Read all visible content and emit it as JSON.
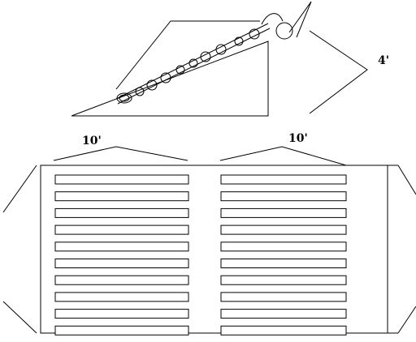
{
  "labels": {
    "height_dim": "4'",
    "left_width_dim": "10'",
    "right_width_dim": "10'"
  },
  "racks": {
    "left_count": 10,
    "right_count": 10
  },
  "colors": {
    "stroke": "#000000",
    "background": "#ffffff"
  }
}
